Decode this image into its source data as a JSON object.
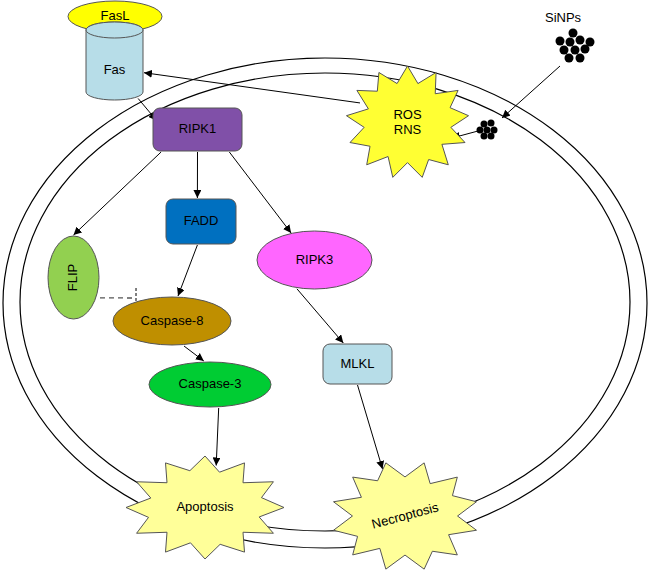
{
  "diagram": {
    "nodes": [
      {
        "text": [
          "FasL"
        ]
      },
      {
        "text": [
          "Fas"
        ]
      },
      {
        "text": [
          "RIPK1"
        ]
      },
      {
        "text": [
          "FLIP"
        ]
      },
      {
        "text": [
          "FADD"
        ]
      },
      {
        "text": [
          "Caspase-8"
        ]
      },
      {
        "text": [
          "Caspase-3"
        ]
      },
      {
        "text": [
          "RIPK3"
        ]
      },
      {
        "text": [
          "MLKL"
        ]
      },
      {
        "text": [
          "ROS RNS"
        ]
      },
      {
        "text": [
          "Apoptosis"
        ]
      },
      {
        "text": [
          "Necroptosis"
        ]
      }
    ],
    "edges": [
      {
        "from": 1,
        "to": 2,
        "arrow": "to"
      },
      {
        "from": 2,
        "to": 3,
        "arrow": "to"
      },
      {
        "from": 2,
        "to": 4,
        "arrow": "to"
      },
      {
        "from": 2,
        "to": 7,
        "arrow": "to"
      },
      {
        "from": 4,
        "to": 5,
        "arrow": "to"
      },
      {
        "from": 3,
        "to": 5,
        "arrow": "to"
      },
      {
        "from": 5,
        "to": 6,
        "arrow": "to"
      },
      {
        "from": 6,
        "to": 10,
        "arrow": "to"
      },
      {
        "from": 7,
        "to": 8,
        "arrow": "to"
      },
      {
        "from": 8,
        "to": 11,
        "arrow": "to"
      },
      {
        "from": 9,
        "to": 1,
        "arrow": "to"
      }
    ],
    "labels": [
      "SiNPs"
    ]
  }
}
